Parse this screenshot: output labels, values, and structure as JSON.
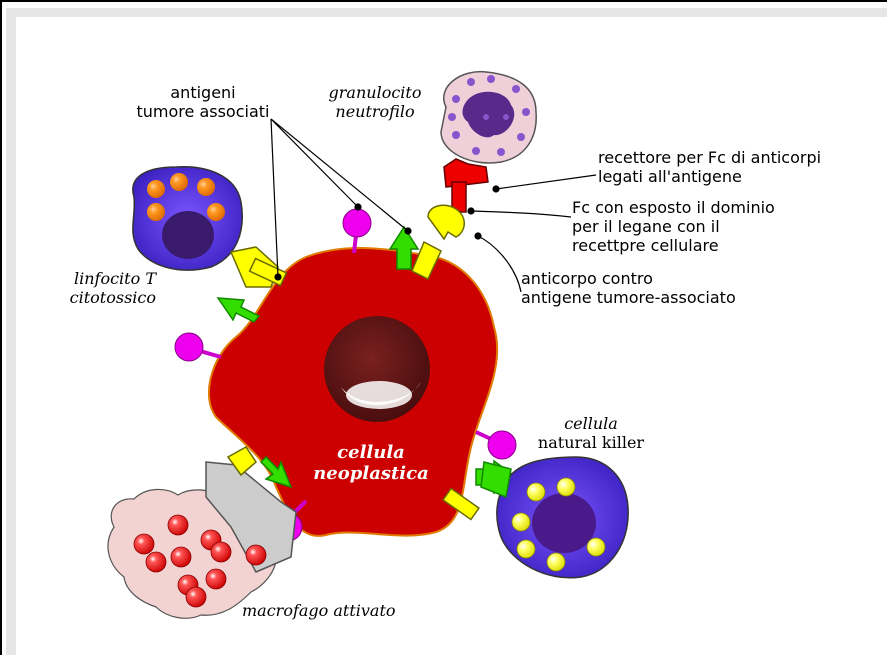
{
  "labels": {
    "tumor_antigens": [
      "antigeni",
      "tumore associati"
    ],
    "granulocyte": [
      "granulocito",
      "neutrofilo"
    ],
    "fc_receptor": [
      "recettore per Fc di anticorpi",
      "legati all'antigene"
    ],
    "fc_exposed": [
      "Fc con esposto il dominio",
      "per il legane con il",
      "recettpre cellulare"
    ],
    "antibody": [
      "anticorpo contro",
      "antigene tumore-associato"
    ],
    "t_lymphocyte": [
      "linfocito T",
      "citotossico"
    ],
    "neoplastic_cell": [
      "cellula",
      "neoplastica"
    ],
    "nk_cell": [
      "cellula",
      "natural killer"
    ],
    "macrophage": "macrofago attivato"
  },
  "colors": {
    "tumor_cell": "#cc0000",
    "tumor_nucleus": "#6b1a1a",
    "antibody": "#ffff00",
    "antigen_arrow": "#22cc00",
    "antigen_ball": "#ee00ee",
    "lymphocyte": "#5533dd",
    "granules_orange": "#ff8800",
    "macrophage": "#f3d2d2",
    "macrophage_granules": "#ee1111",
    "fc_receptor": "#ee0000"
  }
}
